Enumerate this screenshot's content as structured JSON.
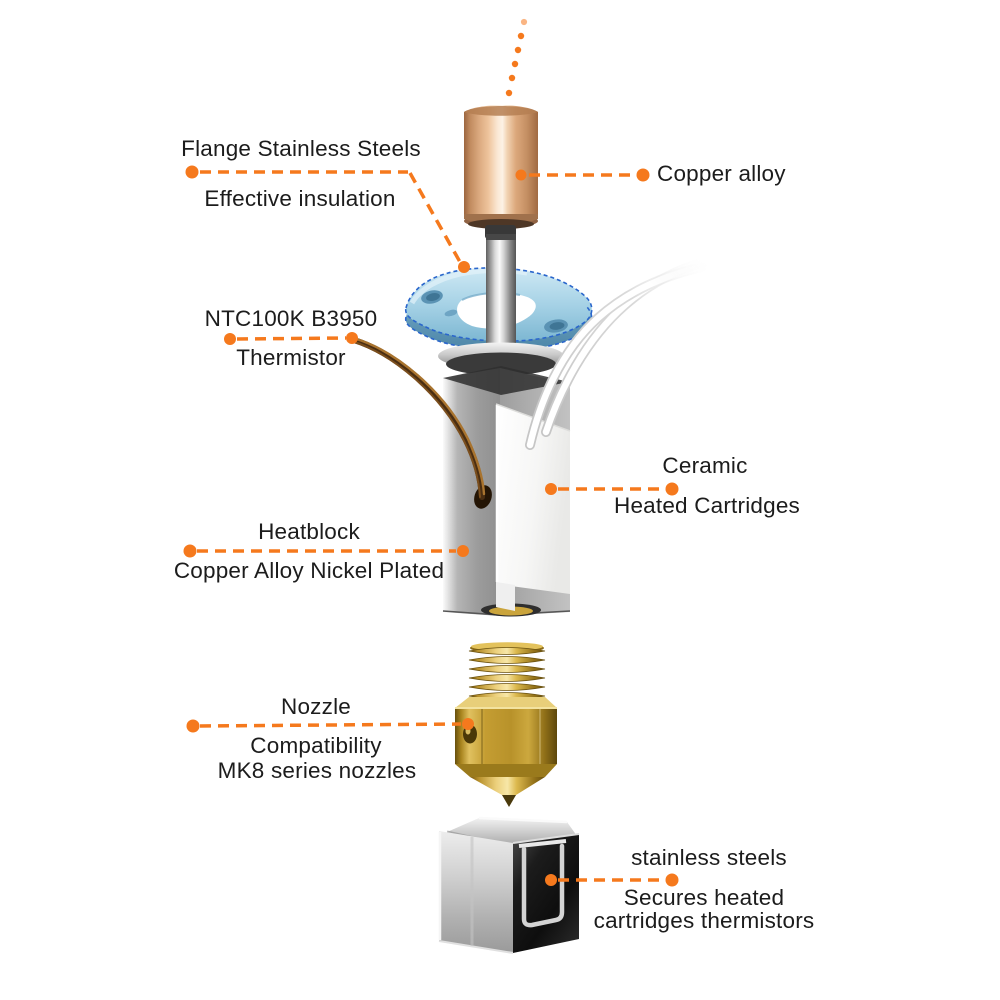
{
  "diagram": {
    "background": "#ffffff",
    "accent_color": "#f5791d",
    "text_color": "#1c1c1c",
    "part_colors": {
      "copper_heatsink": "#d9a877",
      "flange_plate": "#a6d2e6",
      "flange_outline": "#2a66cc",
      "heatblock": "#a8a8a8",
      "ceramic_cartridge": "#f4f4f3",
      "brass_nozzle": "#c9a33a",
      "thermistor_wire": "#7a4e1d",
      "fixing_sock_front": "#1c1c1c"
    },
    "labels": {
      "flange": {
        "title": "Flange Stainless Steels",
        "subtitle": "Effective insulation"
      },
      "copper_alloy": {
        "title": "Copper alloy"
      },
      "thermistor": {
        "title": "NTC100K B3950",
        "subtitle": "Thermistor"
      },
      "ceramic": {
        "title": "Ceramic",
        "subtitle": "Heated Cartridges"
      },
      "heatblock": {
        "title": "Heatblock",
        "subtitle": "Copper Alloy Nickel Plated"
      },
      "nozzle": {
        "title": "Nozzle",
        "subtitle": "Compatibility",
        "note": "MK8 series nozzles"
      },
      "fixing_sock": {
        "title": "stainless steels",
        "subtitle": "Secures heated",
        "note": "cartridges thermistors"
      }
    }
  }
}
